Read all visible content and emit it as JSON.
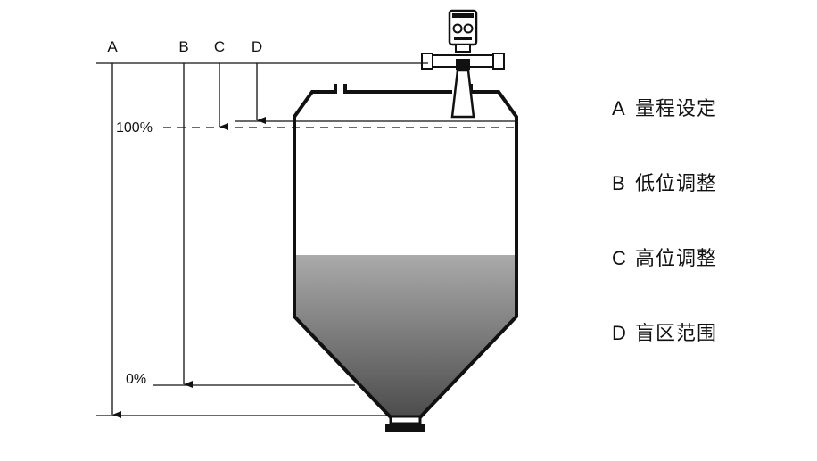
{
  "markers": {
    "a": "A",
    "b": "B",
    "c": "C",
    "d": "D"
  },
  "levels": {
    "full": "100%",
    "empty": "0%"
  },
  "legend": [
    {
      "key": "A",
      "text": "量程设定"
    },
    {
      "key": "B",
      "text": "低位调整"
    },
    {
      "key": "C",
      "text": "高位调整"
    },
    {
      "key": "D",
      "text": "盲区范围"
    }
  ],
  "colors": {
    "line": "#111111",
    "fill_top": "#a9a9a9",
    "fill_bottom": "#4e4e4e"
  }
}
